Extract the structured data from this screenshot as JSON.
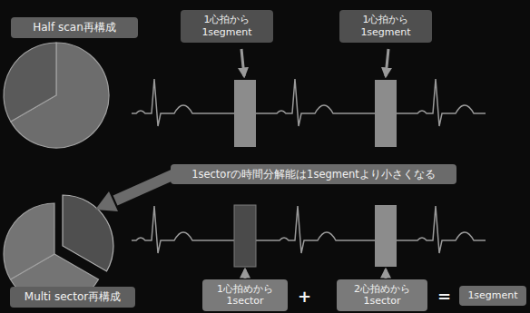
{
  "diagram": {
    "nodes": [
      {
        "text": [
          "Half scan再構成"
        ]
      },
      {
        "text": [
          "1心拍から 1segment"
        ]
      },
      {
        "text": [
          "1心拍から 1segment"
        ]
      },
      {
        "text": [
          "1sectorの時間分解能は1segmentより小さくなる"
        ]
      },
      {
        "text": [
          "Multi sector再構成"
        ]
      },
      {
        "text": [
          "1心拍めから 1sector"
        ]
      },
      {
        "text": [
          "2心拍めから 1sector"
        ]
      },
      {
        "text": [
          "1segment"
        ]
      }
    ],
    "labels": [
      "+",
      "="
    ]
  }
}
